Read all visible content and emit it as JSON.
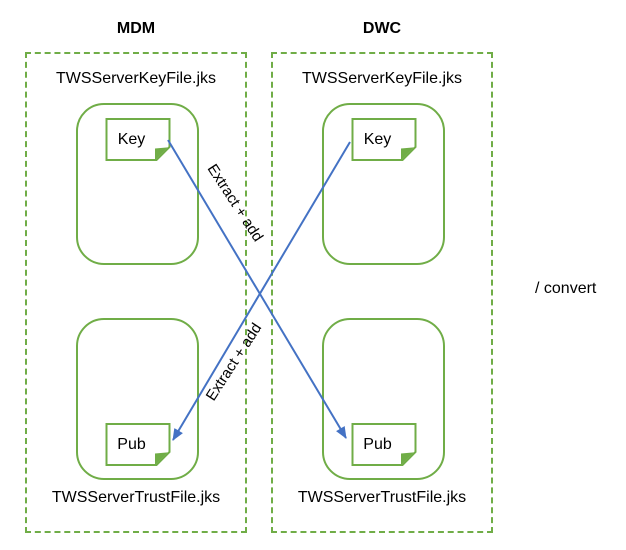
{
  "colors": {
    "green": "#70AD47",
    "blue": "#4472C4",
    "ink": "#000000",
    "bg": "#ffffff"
  },
  "diagram": {
    "columns": [
      {
        "title": "MDM",
        "keystore": {
          "file": "TWSServerKeyFile.jks",
          "cert": "Key"
        },
        "truststore": {
          "file": "TWSServerTrustFile.jks",
          "cert": "Pub"
        }
      },
      {
        "title": "DWC",
        "keystore": {
          "file": "TWSServerKeyFile.jks",
          "cert": "Key"
        },
        "truststore": {
          "file": "TWSServerTrustFile.jks",
          "cert": "Pub"
        }
      }
    ],
    "arrows": [
      {
        "label": "Extract + add",
        "from": "MDM Key",
        "to": "DWC Pub"
      },
      {
        "label": "Extract + add",
        "from": "DWC Key",
        "to": "MDM Pub"
      }
    ],
    "note": "/ convert"
  }
}
